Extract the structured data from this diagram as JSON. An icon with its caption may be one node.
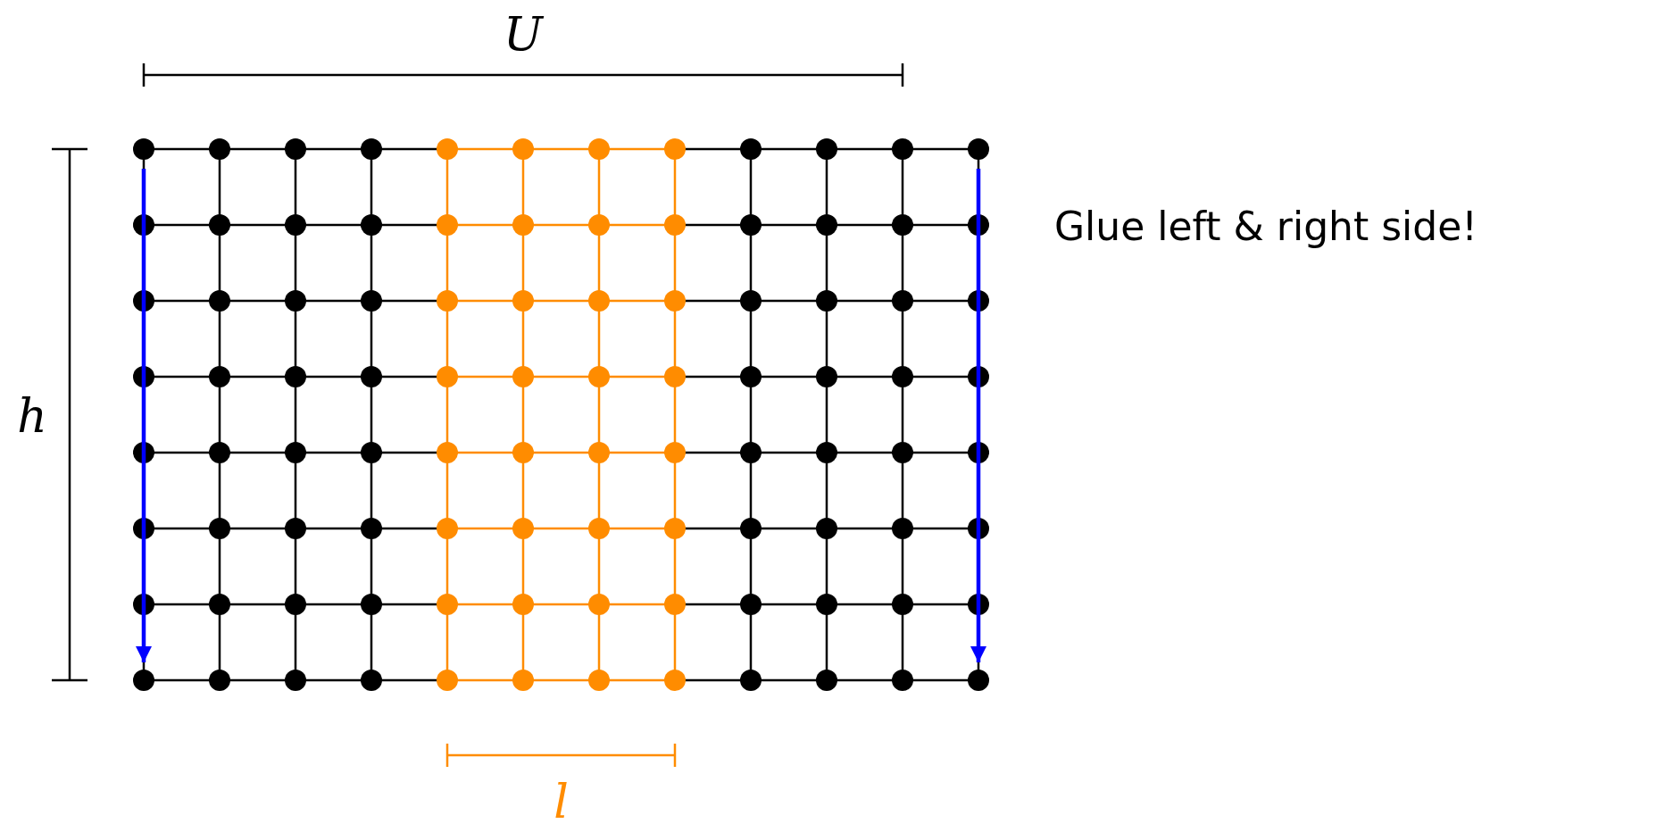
{
  "diagram": {
    "labels": [
      "U",
      "h",
      "l",
      "Glue left & right side!"
    ]
  }
}
